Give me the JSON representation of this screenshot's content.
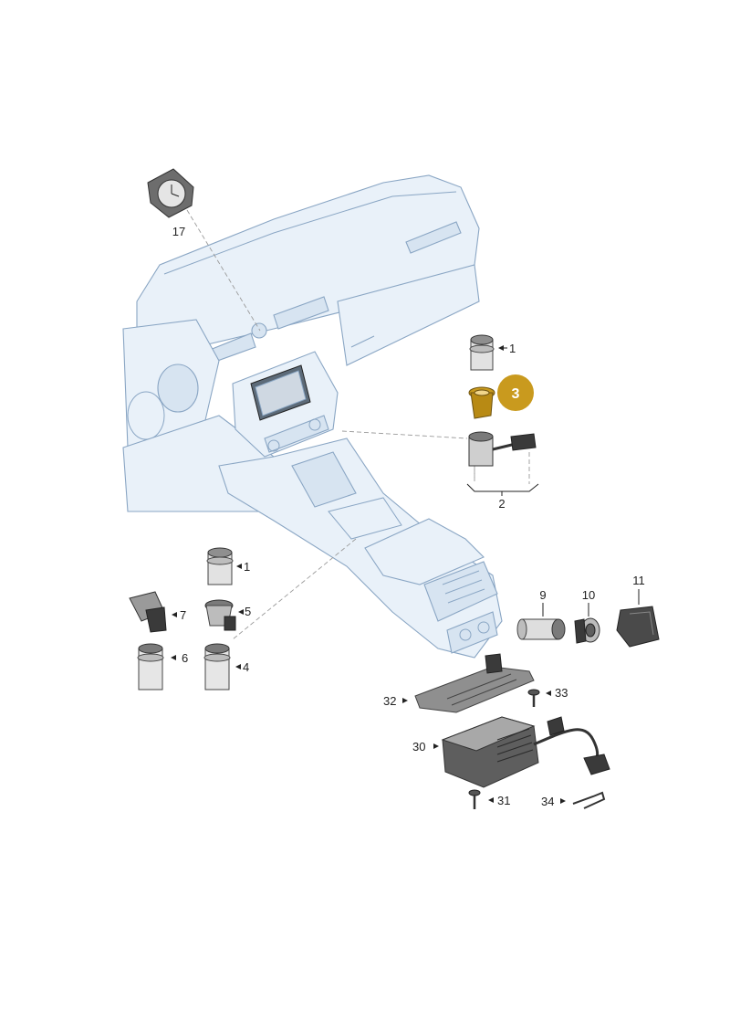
{
  "labels": {
    "p1a": "1",
    "p1b": "1",
    "p2": "2",
    "p3": "3",
    "p4": "4",
    "p5": "5",
    "p6": "6",
    "p7": "7",
    "p9": "9",
    "p10": "10",
    "p11": "11",
    "p17": "17",
    "p30": "30",
    "p31": "31",
    "p32": "32",
    "p33": "33",
    "p34": "34"
  },
  "highlight": {
    "part": "3",
    "color": "#c99a1e"
  },
  "colors": {
    "outline": "#8aa6c4",
    "fill": "#e9f1f9",
    "part": "#6d6d6d"
  }
}
